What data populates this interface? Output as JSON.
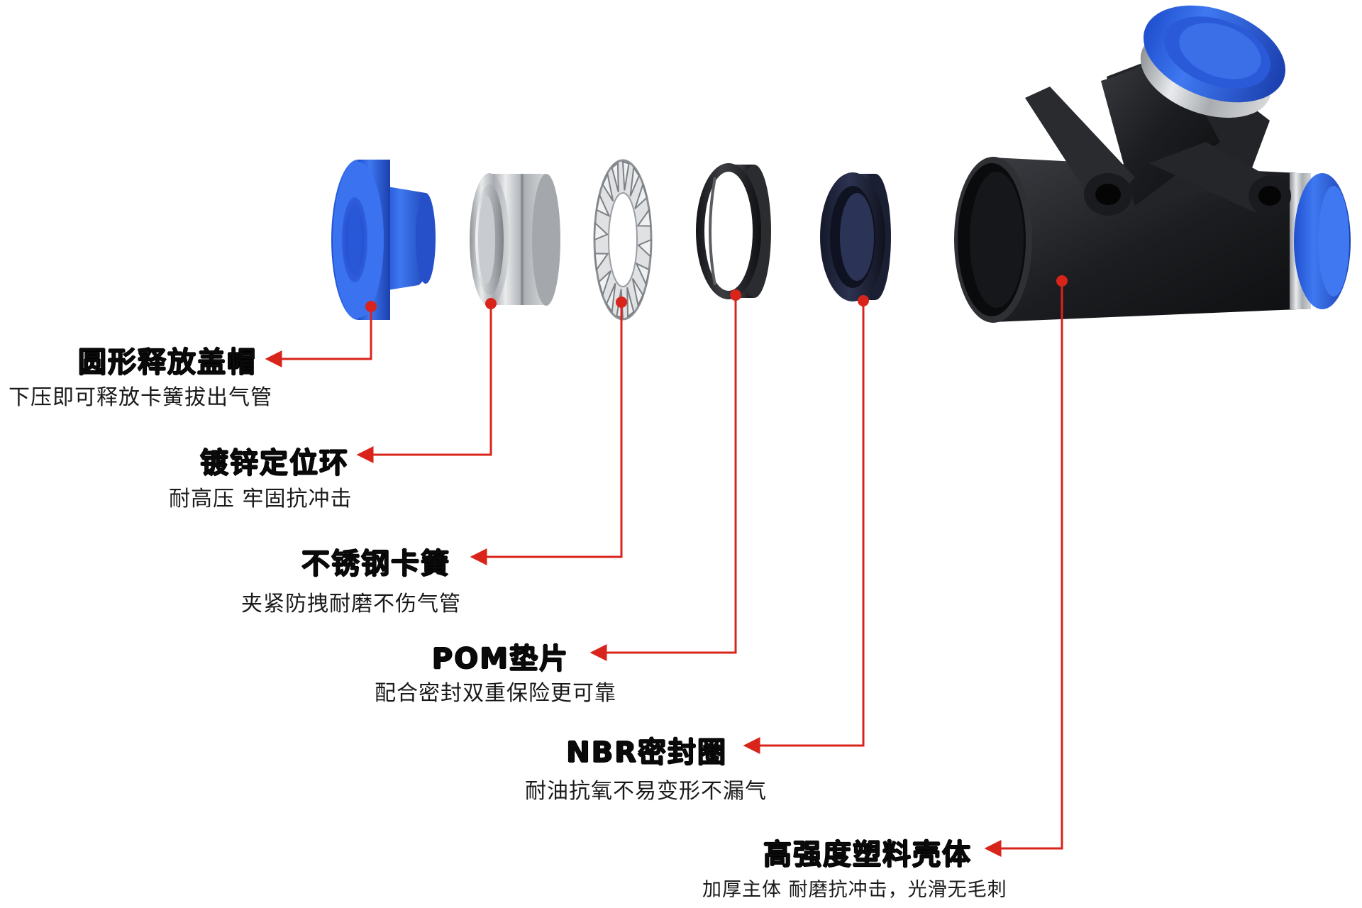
{
  "colors": {
    "leader_line": "#d9241b",
    "blue_part": "#2b62e0",
    "black_body": "#1c1d20",
    "steel": "#b9bcbf"
  },
  "parts": [
    {
      "id": "release-cap",
      "icon": "blue-release-cap-icon",
      "title": "圆形释放盖帽",
      "desc": "下压即可释放卡簧拔出气管"
    },
    {
      "id": "locating-ring",
      "icon": "galvanized-ring-icon",
      "title": "镀锌定位环",
      "desc": "耐高压 牢固抗冲击"
    },
    {
      "id": "collet",
      "icon": "stainless-collet-icon",
      "title": "不锈钢卡簧",
      "desc": "夹紧防拽耐磨不伤气管"
    },
    {
      "id": "pom-gasket",
      "icon": "pom-gasket-icon",
      "title": "POM垫片",
      "desc": "配合密封双重保险更可靠"
    },
    {
      "id": "nbr-seal",
      "icon": "nbr-seal-ring-icon",
      "title": "NBR密封圈",
      "desc": "耐油抗氧不易变形不漏气"
    },
    {
      "id": "plastic-body",
      "icon": "y-connector-body-icon",
      "title": "高强度塑料壳体",
      "desc": "加厚主体 耐磨抗冲击，光滑无毛刺"
    }
  ]
}
